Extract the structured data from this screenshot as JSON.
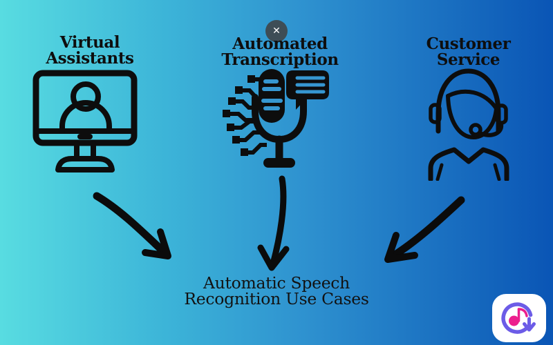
{
  "close_button": {
    "icon": "close-icon",
    "glyph": "✕"
  },
  "items": [
    {
      "id": "virtual-assistants",
      "line1": "Virtual",
      "line2": "Assistants",
      "icon": "monitor-user-icon"
    },
    {
      "id": "automated-transcription",
      "line1": "Automated",
      "line2": "Transcription",
      "icon": "microphone-circuit-speech-icon"
    },
    {
      "id": "customer-service",
      "line1": "Customer",
      "line2": "Service",
      "icon": "support-agent-headset-icon"
    }
  ],
  "arrows": [
    {
      "name": "left-arrow",
      "direction": "down-right"
    },
    {
      "name": "middle-arrow",
      "direction": "down"
    },
    {
      "name": "right-arrow",
      "direction": "down-left"
    }
  ],
  "title": {
    "line1": "Automatic Speech",
    "line2": "Recognition Use Cases"
  },
  "branding": {
    "logo": "music-download-logo"
  },
  "colors": {
    "bg_gradient_left": "#58dce1",
    "bg_gradient_mid": "#2f93d0",
    "bg_gradient_right": "#0a55b5",
    "ink": "#0d0d0d",
    "close_button_bg": "#3e4d56",
    "close_button_x": "#ffffff",
    "logo_bg": "#ffffff",
    "logo_purple": "#6c5ce7",
    "logo_pink": "#ec1e8d"
  }
}
